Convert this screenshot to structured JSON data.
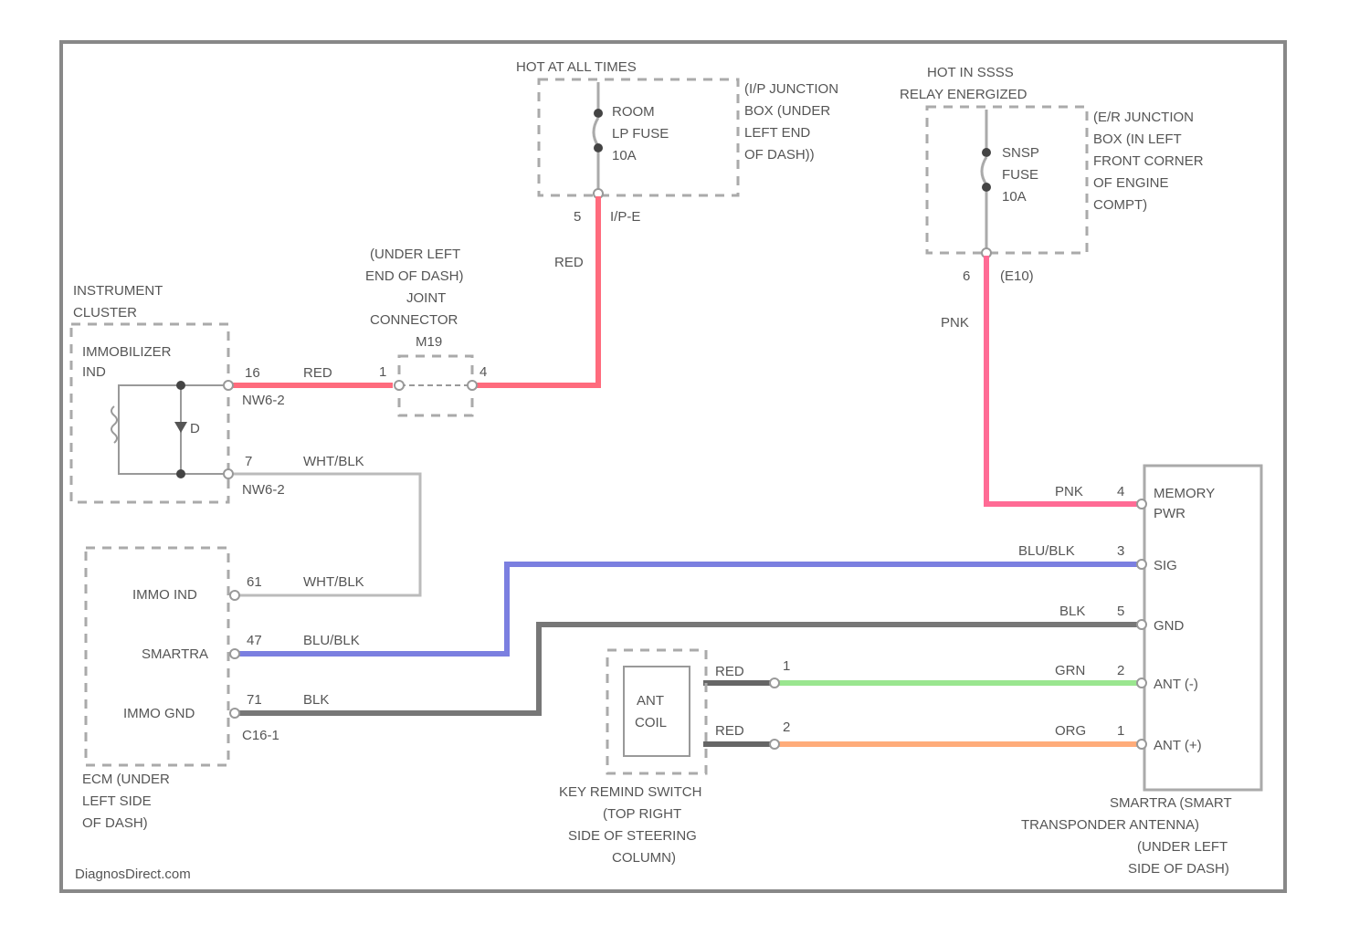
{
  "colors": {
    "red": "#ff6b7d",
    "pink": "#ff6b95",
    "blue": "#7b7fe0",
    "black": "#777777",
    "green": "#9ae68f",
    "orange": "#ffac7a",
    "frame": "#888888"
  },
  "top_fuse": {
    "header": "HOT AT ALL TIMES",
    "fuse": [
      "ROOM",
      "LP FUSE",
      "10A"
    ],
    "location": [
      "(I/P JUNCTION",
      "BOX (UNDER",
      "LEFT END",
      "OF DASH))"
    ],
    "pin": "5",
    "connector": "I/P-E",
    "wire": "RED"
  },
  "right_fuse": {
    "header": [
      "HOT IN SSSS",
      "RELAY ENERGIZED"
    ],
    "fuse": [
      "SNSP",
      "FUSE",
      "10A"
    ],
    "location": [
      "(E/R JUNCTION",
      "BOX (IN LEFT",
      "FRONT CORNER",
      "OF ENGINE",
      "COMPT)"
    ],
    "pin": "6",
    "connector": "(E10)",
    "wire": "PNK"
  },
  "joint": {
    "label": [
      "(UNDER LEFT",
      "END OF DASH)",
      "JOINT",
      "CONNECTOR",
      "M19"
    ],
    "pin_left": "1",
    "pin_right": "4"
  },
  "cluster": {
    "label": [
      "INSTRUMENT",
      "CLUSTER"
    ],
    "ind": [
      "IMMOBILIZER",
      "IND"
    ],
    "d_label": "D",
    "pin1": "16",
    "pin1_wire": "RED",
    "pin1_conn": "NW6-2",
    "pin2": "7",
    "pin2_wire": "WHT/BLK",
    "pin2_conn": "NW6-2"
  },
  "ecm": {
    "pins": [
      {
        "name": "IMMO IND",
        "pin": "61",
        "wire": "WHT/BLK"
      },
      {
        "name": "SMARTRA",
        "pin": "47",
        "wire": "BLU/BLK"
      },
      {
        "name": "IMMO GND",
        "pin": "71",
        "wire": "BLK"
      }
    ],
    "conn": "C16-1",
    "label": [
      "ECM (UNDER",
      "LEFT SIDE",
      "OF DASH)"
    ]
  },
  "coil": {
    "box": [
      "ANT",
      "COIL"
    ],
    "wire1": "RED",
    "wire1_pin": "1",
    "wire2": "RED",
    "wire2_pin": "2",
    "label": [
      "KEY REMIND SWITCH",
      "(TOP RIGHT",
      "SIDE OF STEERING",
      "COLUMN)"
    ]
  },
  "smartra": {
    "pins": [
      {
        "wire": "PNK",
        "pin": "4",
        "name": [
          "MEMORY",
          "PWR"
        ]
      },
      {
        "wire": "BLU/BLK",
        "pin": "3",
        "name": [
          "SIG"
        ]
      },
      {
        "wire": "BLK",
        "pin": "5",
        "name": [
          "GND"
        ]
      },
      {
        "wire": "GRN",
        "pin": "2",
        "name": [
          "ANT (-)"
        ]
      },
      {
        "wire": "ORG",
        "pin": "1",
        "name": [
          "ANT (+)"
        ]
      }
    ],
    "label": [
      "SMARTRA (SMART",
      "TRANSPONDER ANTENNA)",
      "(UNDER LEFT",
      "SIDE OF DASH)"
    ]
  },
  "footer": "DiagnosDirect.com"
}
